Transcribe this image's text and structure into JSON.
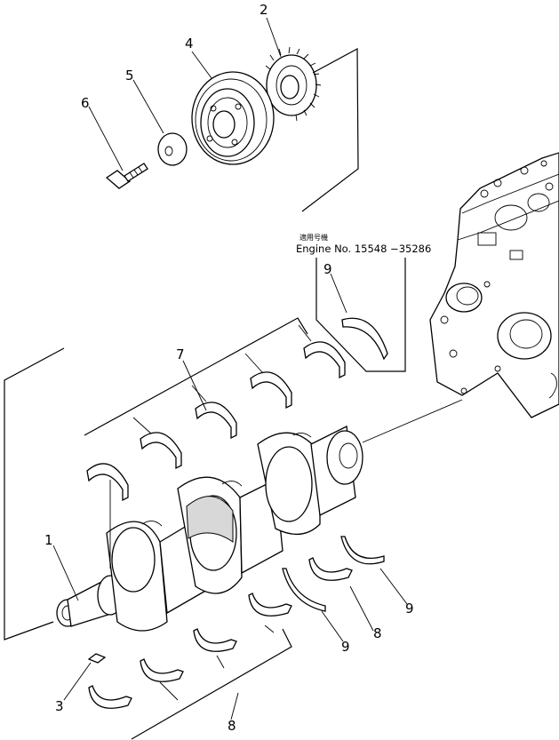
{
  "callouts": {
    "c1": "1",
    "c2": "2",
    "c3": "3",
    "c4": "4",
    "c5": "5",
    "c6": "6",
    "c7": "7",
    "c8a": "8",
    "c8b": "8",
    "c9a": "9",
    "c9b": "9",
    "c9c": "9"
  },
  "note": {
    "japanese": "適用号機",
    "engine": "Engine No. 15548 −35286"
  }
}
